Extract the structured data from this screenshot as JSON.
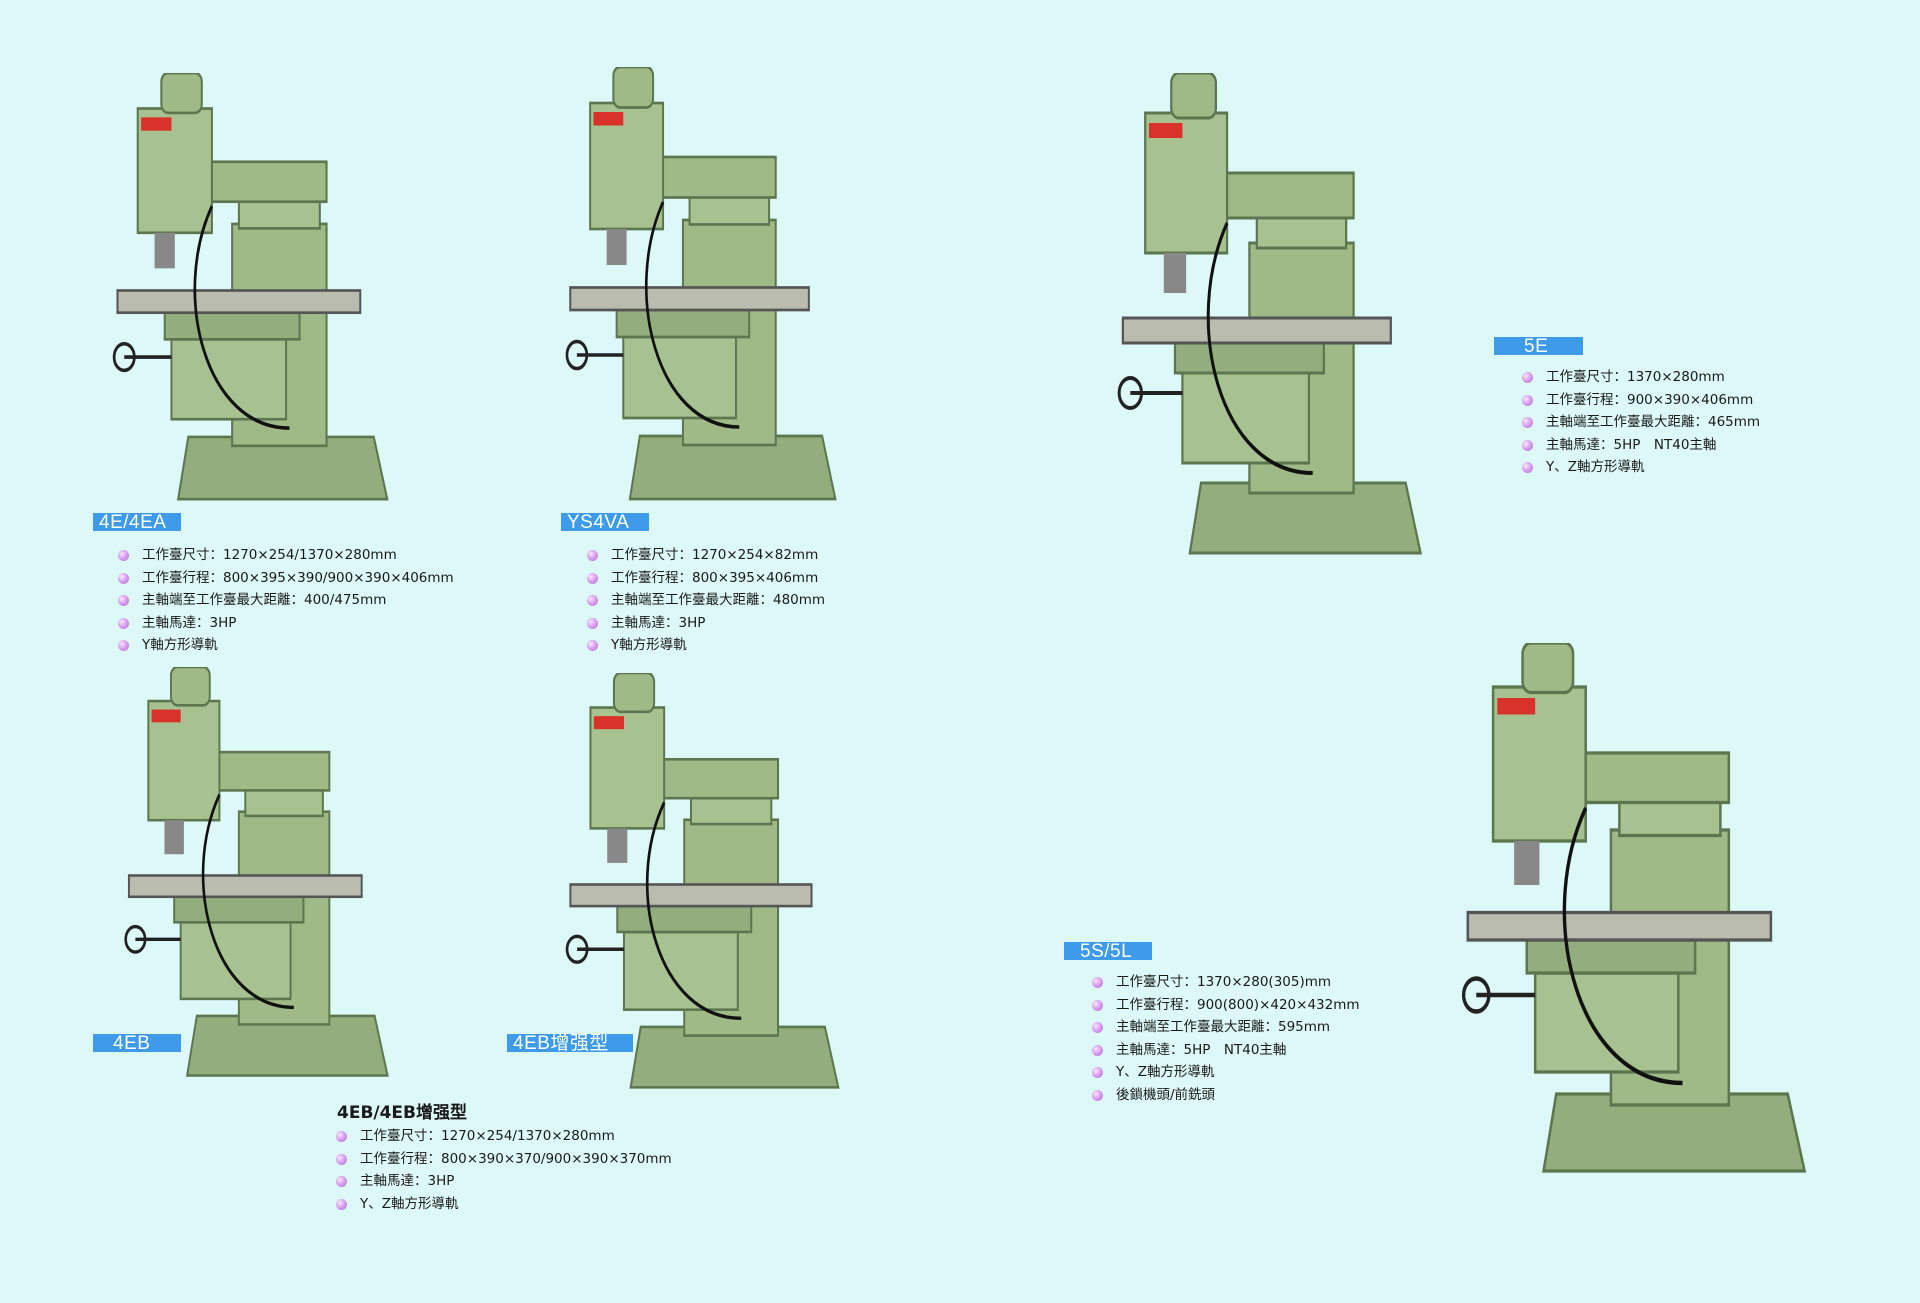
{
  "colors": {
    "background": "#dcf8f7",
    "label_bg": "#3d9be9",
    "machine_green": "#9fba86",
    "bullet": "#d9a0f0"
  },
  "machines": [
    {
      "label": "4E/4EA",
      "specs": [
        "工作臺尺寸：1270×254/1370×280mm",
        "工作臺行程：800×395×390/900×390×406mm",
        "主軸端至工作臺最大距離：400/475mm",
        "主軸馬達：3HP",
        "Y軸方形導軌"
      ]
    },
    {
      "label": "YS4VA",
      "specs": [
        "工作臺尺寸：1270×254×82mm",
        "工作臺行程：800×395×406mm",
        "主軸端至工作臺最大距離：480mm",
        "主軸馬達：3HP",
        "Y軸方形導軌"
      ]
    },
    {
      "label": "5E",
      "specs": [
        "工作臺尺寸：1370×280mm",
        "工作臺行程：900×390×406mm",
        "主軸端至工作臺最大距離：465mm",
        "主軸馬達：5HP　NT40主軸",
        "Y、Z軸方形導軌"
      ]
    },
    {
      "label": "4EB"
    },
    {
      "label": "4EB增强型"
    },
    {
      "label": "5S/5L",
      "specs": [
        "工作臺尺寸：1370×280(305)mm",
        "工作臺行程：900(800)×420×432mm",
        "主軸端至工作臺最大距離：595mm",
        "主軸馬達：5HP　NT40主軸",
        "Y、Z軸方形導軌",
        "後鎖機頭/前銑頭"
      ]
    }
  ],
  "group_4eb": {
    "heading": "4EB/4EB增强型",
    "specs": [
      "工作臺尺寸：1270×254/1370×280mm",
      "工作臺行程：800×390×370/900×390×370mm",
      "主軸馬達：3HP",
      "Y、Z軸方形導軌"
    ]
  }
}
